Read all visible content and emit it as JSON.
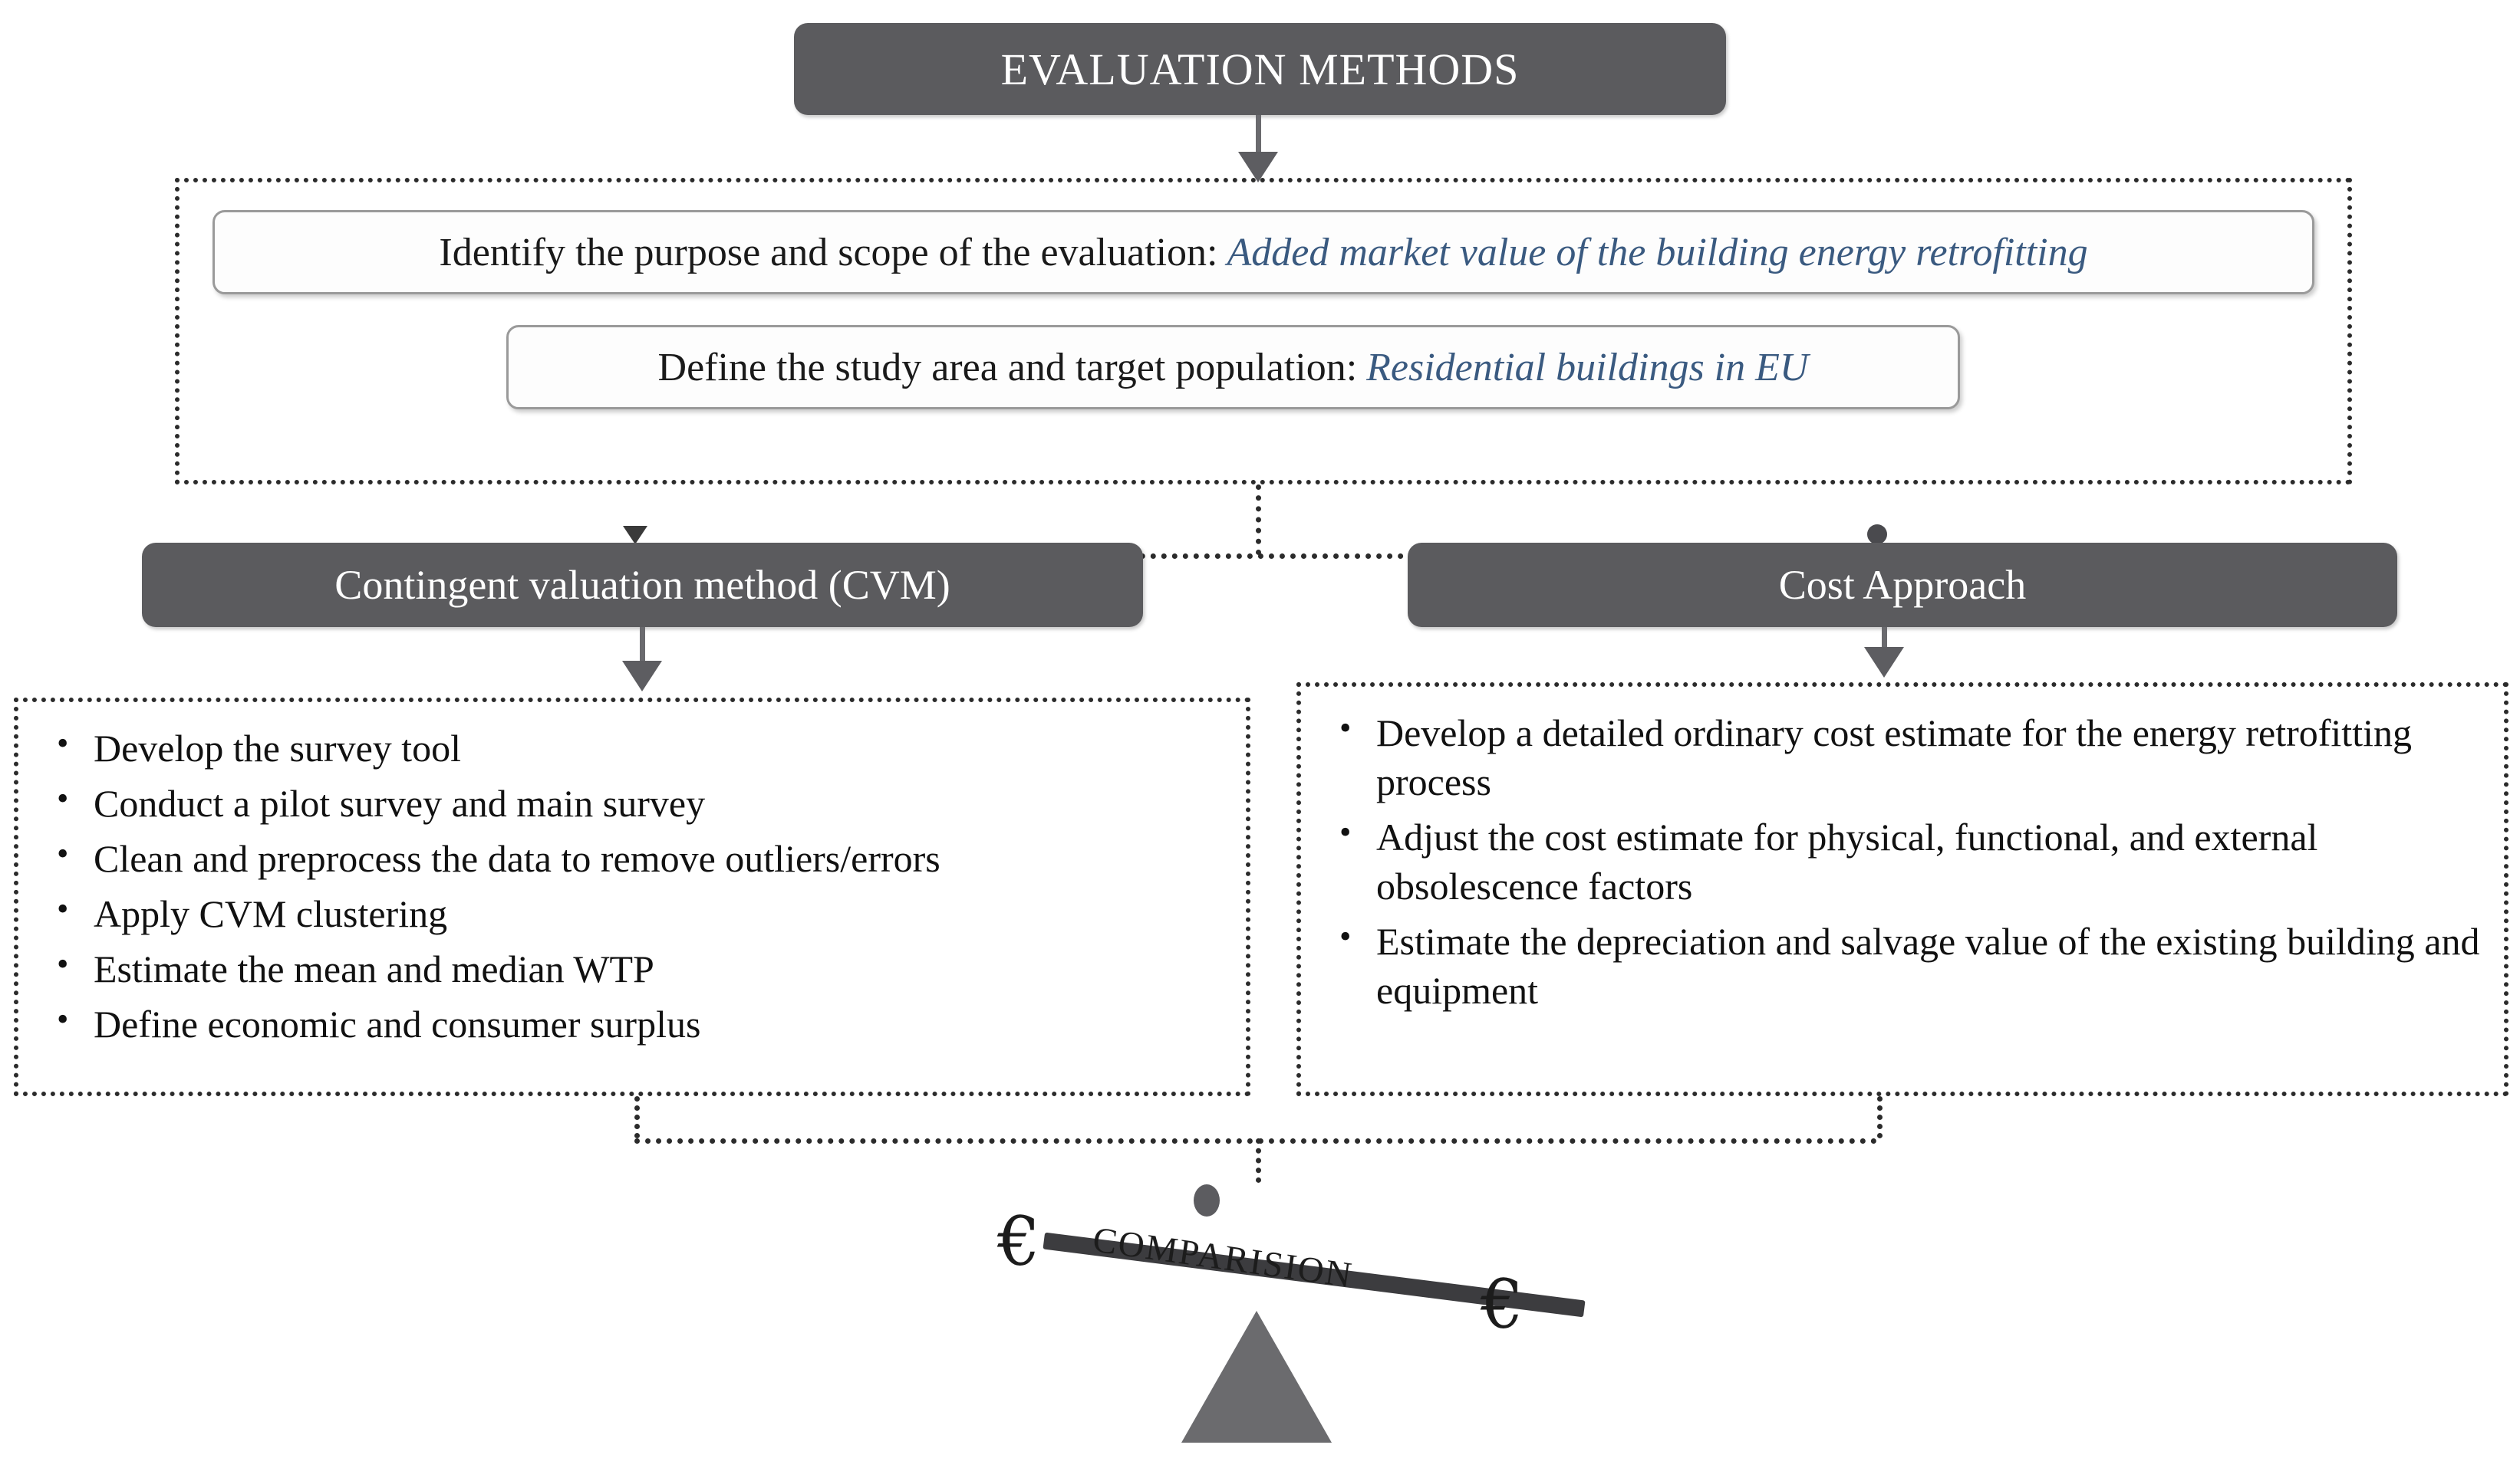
{
  "title": {
    "label": "EVALUATION METHODS"
  },
  "scope_group": {
    "purpose": {
      "prefix": "Identify the purpose and scope of the evaluation:",
      "value": "Added market value of the building energy retrofitting"
    },
    "study_area": {
      "prefix": "Define the study area and target population:",
      "value": "Residential buildings in EU"
    }
  },
  "methods": [
    {
      "id": "cvm",
      "header": "Contingent valuation method (CVM)",
      "steps": [
        "Develop the survey tool",
        "Conduct a pilot survey and main survey",
        "Clean and preprocess the data to remove outliers/errors",
        "Apply CVM clustering",
        "Estimate the mean and median WTP",
        "Define economic and consumer surplus"
      ]
    },
    {
      "id": "cost",
      "header": "Cost Approach",
      "steps": [
        "Develop a detailed ordinary cost estimate for the energy retrofitting process",
        "Adjust the cost estimate for physical, functional, and external obsolescence factors",
        "Estimate the depreciation and salvage value of the existing building and equipment"
      ]
    }
  ],
  "comparison": {
    "label": "COMPARISION",
    "currency_left": "€",
    "currency_right": "€"
  },
  "colors": {
    "box_dark": "#5b5b5e",
    "accent_blue": "#3a5a80",
    "line_gray": "#6a6a6e",
    "dotted_black": "#2b2b2b",
    "fulcrum_gray": "#6b6b6e",
    "beam_dark": "#3c3c3f"
  }
}
